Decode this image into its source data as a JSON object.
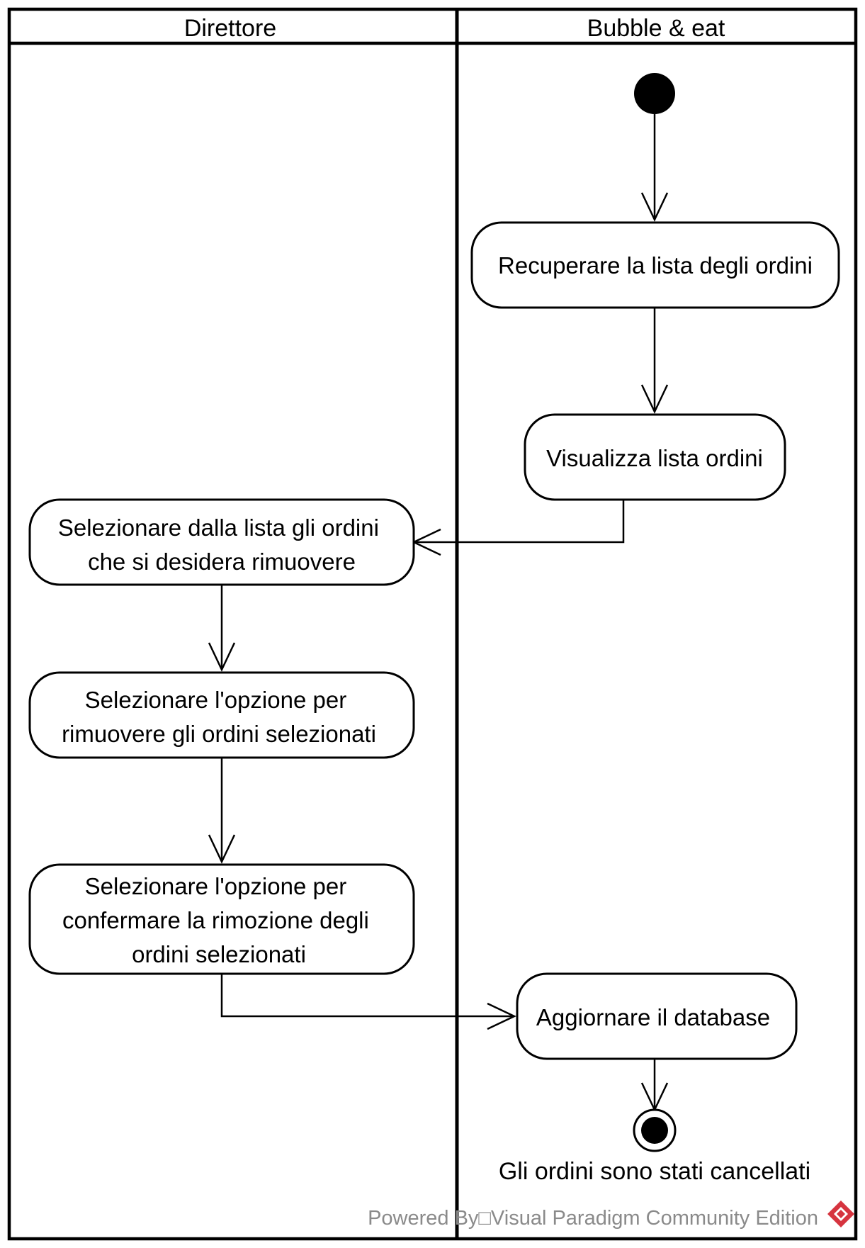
{
  "swimlanes": [
    {
      "label": "Direttore"
    },
    {
      "label": "Bubble & eat"
    }
  ],
  "actions": {
    "recuperare": {
      "lines": [
        "Recuperare la lista degli ordini"
      ]
    },
    "visualizza": {
      "lines": [
        "Visualizza lista ordini"
      ]
    },
    "selezionare_lista": {
      "lines": [
        "Selezionare dalla lista gli ordini",
        "che si desidera rimuovere"
      ]
    },
    "selezionare_opzione_rimuovere": {
      "lines": [
        "Selezionare l'opzione per",
        "rimuovere gli ordini selezionati"
      ]
    },
    "selezionare_opzione_confermare": {
      "lines": [
        "Selezionare l'opzione per",
        "confermare la rimozione degli",
        "ordini selezionati"
      ]
    },
    "aggiornare": {
      "lines": [
        "Aggiornare il database"
      ]
    }
  },
  "final_node": {
    "label": "Gli ordini sono stati cancellati"
  },
  "watermark": {
    "text": "Powered By□Visual Paradigm Community Edition"
  }
}
